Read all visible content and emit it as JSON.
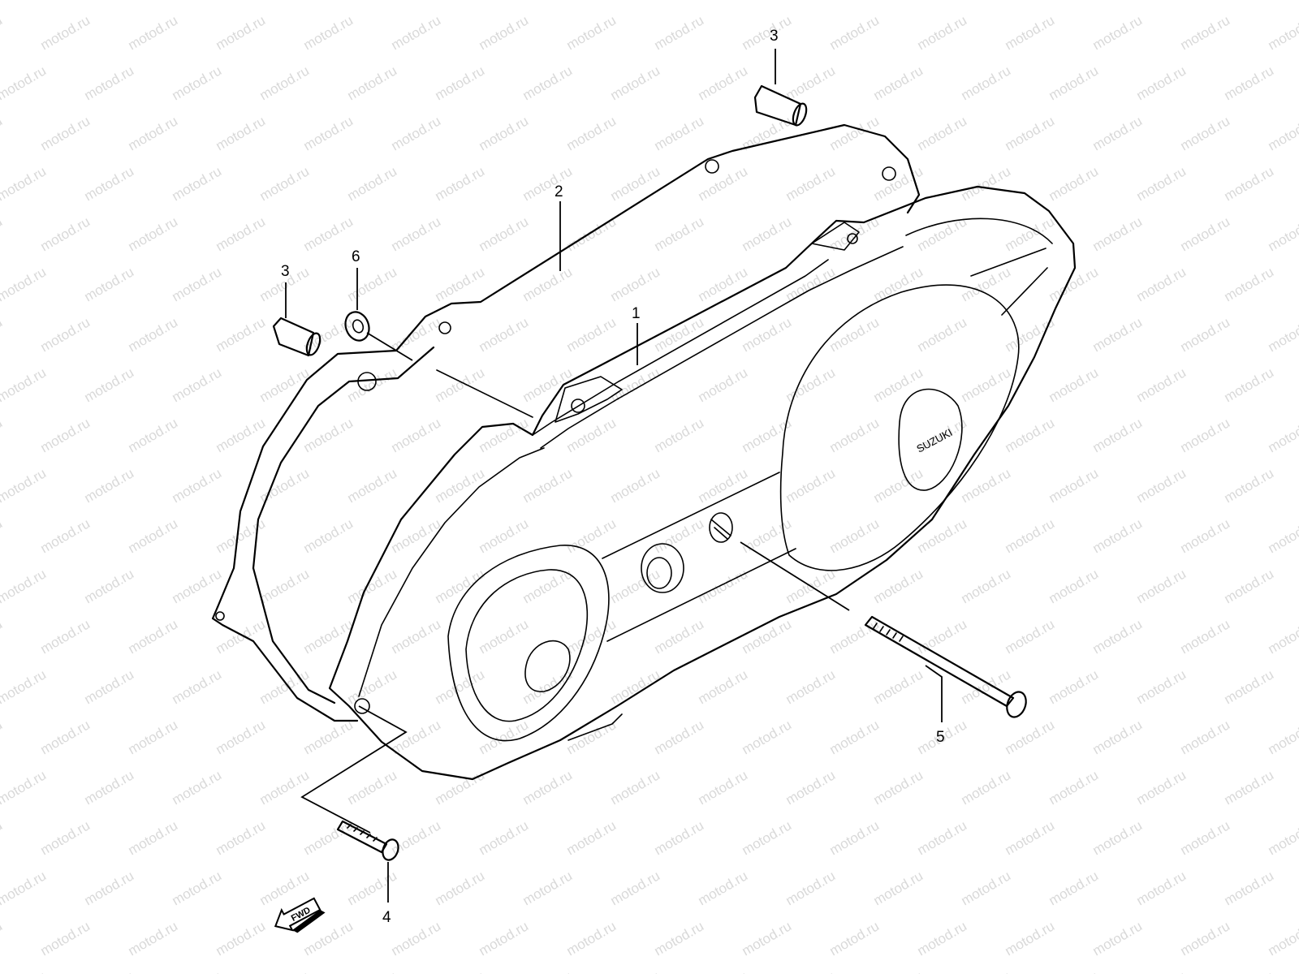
{
  "watermark": "motod.ru",
  "callouts": {
    "part1": "1",
    "part2": "2",
    "part3_left": "3",
    "part3_right": "3",
    "part4": "4",
    "part5": "5",
    "part6": "6"
  },
  "direction_badge": "FWD",
  "cover_logo": "SUZUKI"
}
